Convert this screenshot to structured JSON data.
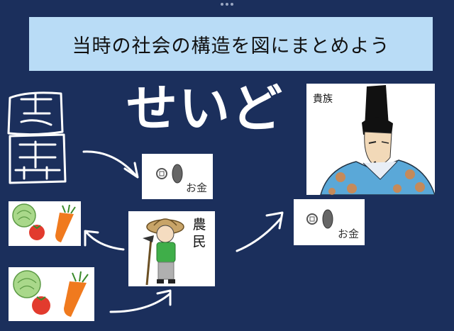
{
  "slide": {
    "title": "当時の社会の構造を図にまとめよう",
    "handwritten": "せいど",
    "kizoku_label": "貴族",
    "nomin_label": "農民",
    "money_label": "お金"
  },
  "colors": {
    "background": "#1b2f5c",
    "title_bg": "#b9dcf6",
    "ink": "#ffffff"
  },
  "icons": [
    "noble-illustration",
    "coin-icon",
    "vegetables-icon",
    "farmer-illustration",
    "arrow-icon"
  ]
}
